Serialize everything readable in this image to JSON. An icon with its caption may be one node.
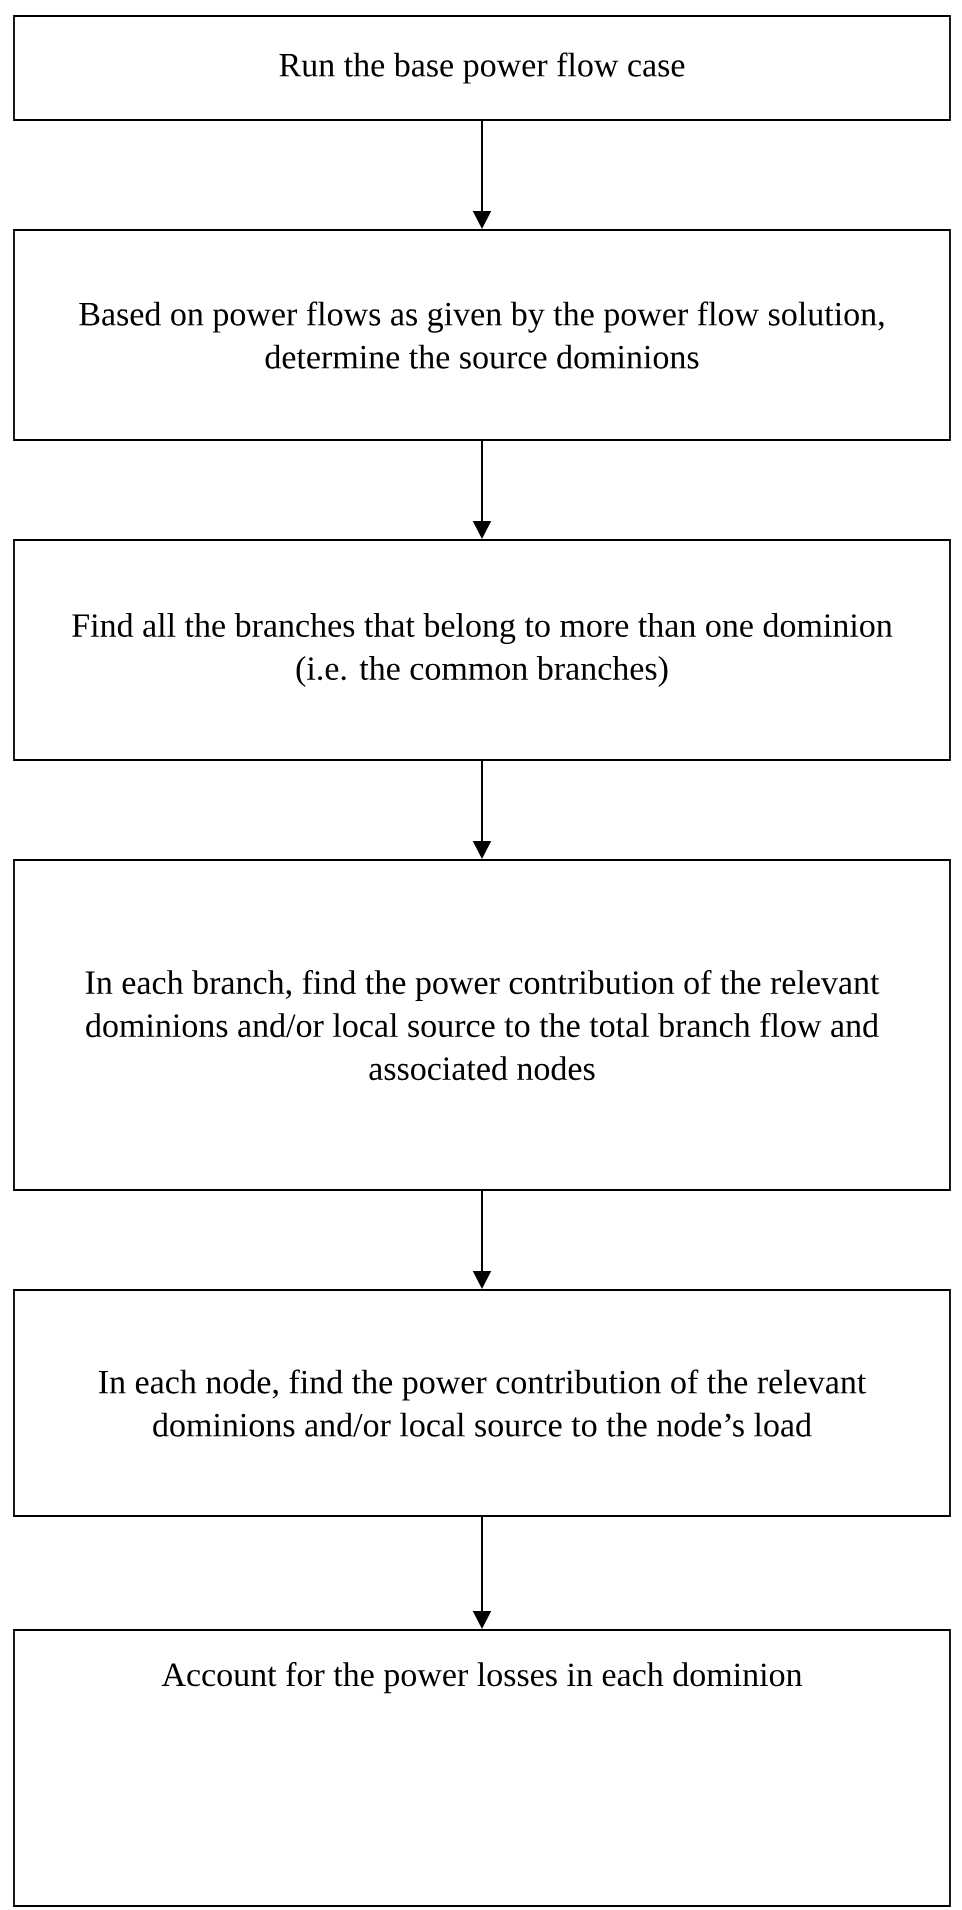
{
  "diagram": {
    "nodes": [
      {
        "text": [
          "Run the base power flow case"
        ]
      },
      {
        "text": [
          "Based on power flows as given by the power flow solution, determine the source dominions"
        ]
      },
      {
        "text": [
          "Find all the branches that belong to more than one dominion (i.e. the common branches)"
        ]
      },
      {
        "text": [
          "In each branch, find the power contribution of the relevant dominions and/or local source to the total branch flow and associated nodes"
        ]
      },
      {
        "text": [
          "In each node, find the power contribution of the relevant dominions and/or local source to the node’s load"
        ]
      },
      {
        "text": [
          "Account for the power losses in each dominion"
        ]
      }
    ],
    "edges": [
      {
        "from": 0,
        "to": 1,
        "arrow": "to"
      },
      {
        "from": 1,
        "to": 2,
        "arrow": "to"
      },
      {
        "from": 2,
        "to": 3,
        "arrow": "to"
      },
      {
        "from": 3,
        "to": 4,
        "arrow": "to"
      },
      {
        "from": 4,
        "to": 5,
        "arrow": "to"
      }
    ]
  }
}
